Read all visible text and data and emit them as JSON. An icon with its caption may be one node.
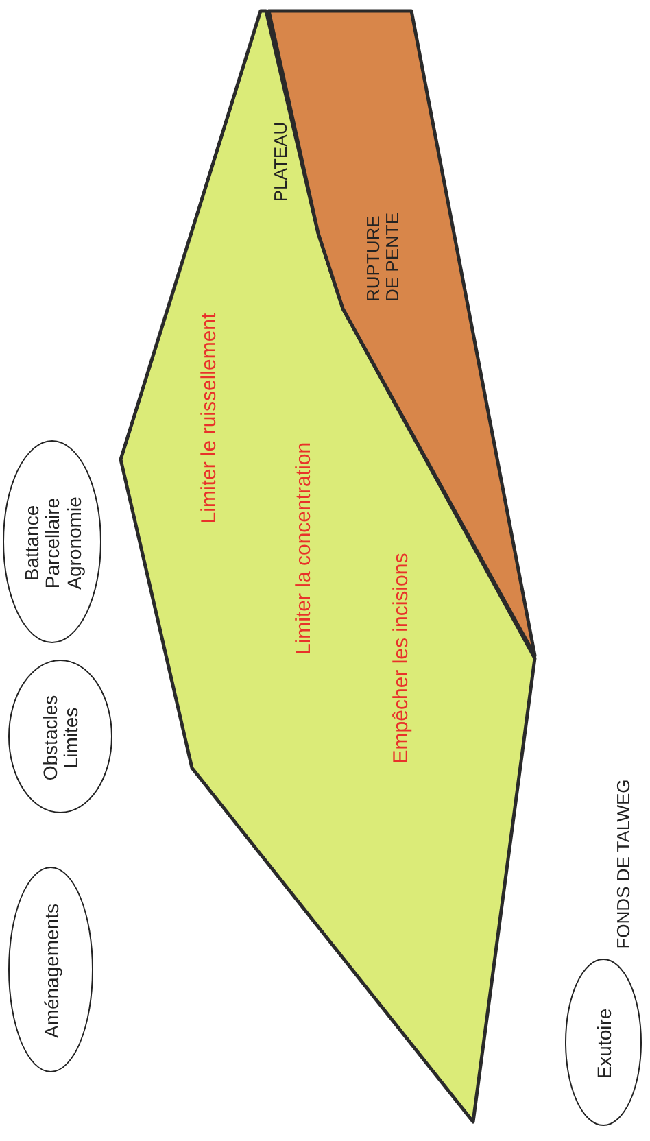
{
  "diagram": {
    "nodes": [
      {
        "text": [
          "Limiter le ruissellement",
          "Limiter la concentration",
          "Empêcher les incisions"
        ]
      },
      {
        "text": [
          "RUPTURE DE PENTE"
        ]
      },
      {
        "text": [
          "Battance Parcellaire Agronomie"
        ]
      },
      {
        "text": [
          "Obstacles Limites"
        ]
      },
      {
        "text": [
          "Aménagements"
        ]
      },
      {
        "text": [
          "Exutoire"
        ]
      }
    ],
    "labels": [
      "PLATEAU",
      "FONDS DE TALWEG"
    ]
  }
}
